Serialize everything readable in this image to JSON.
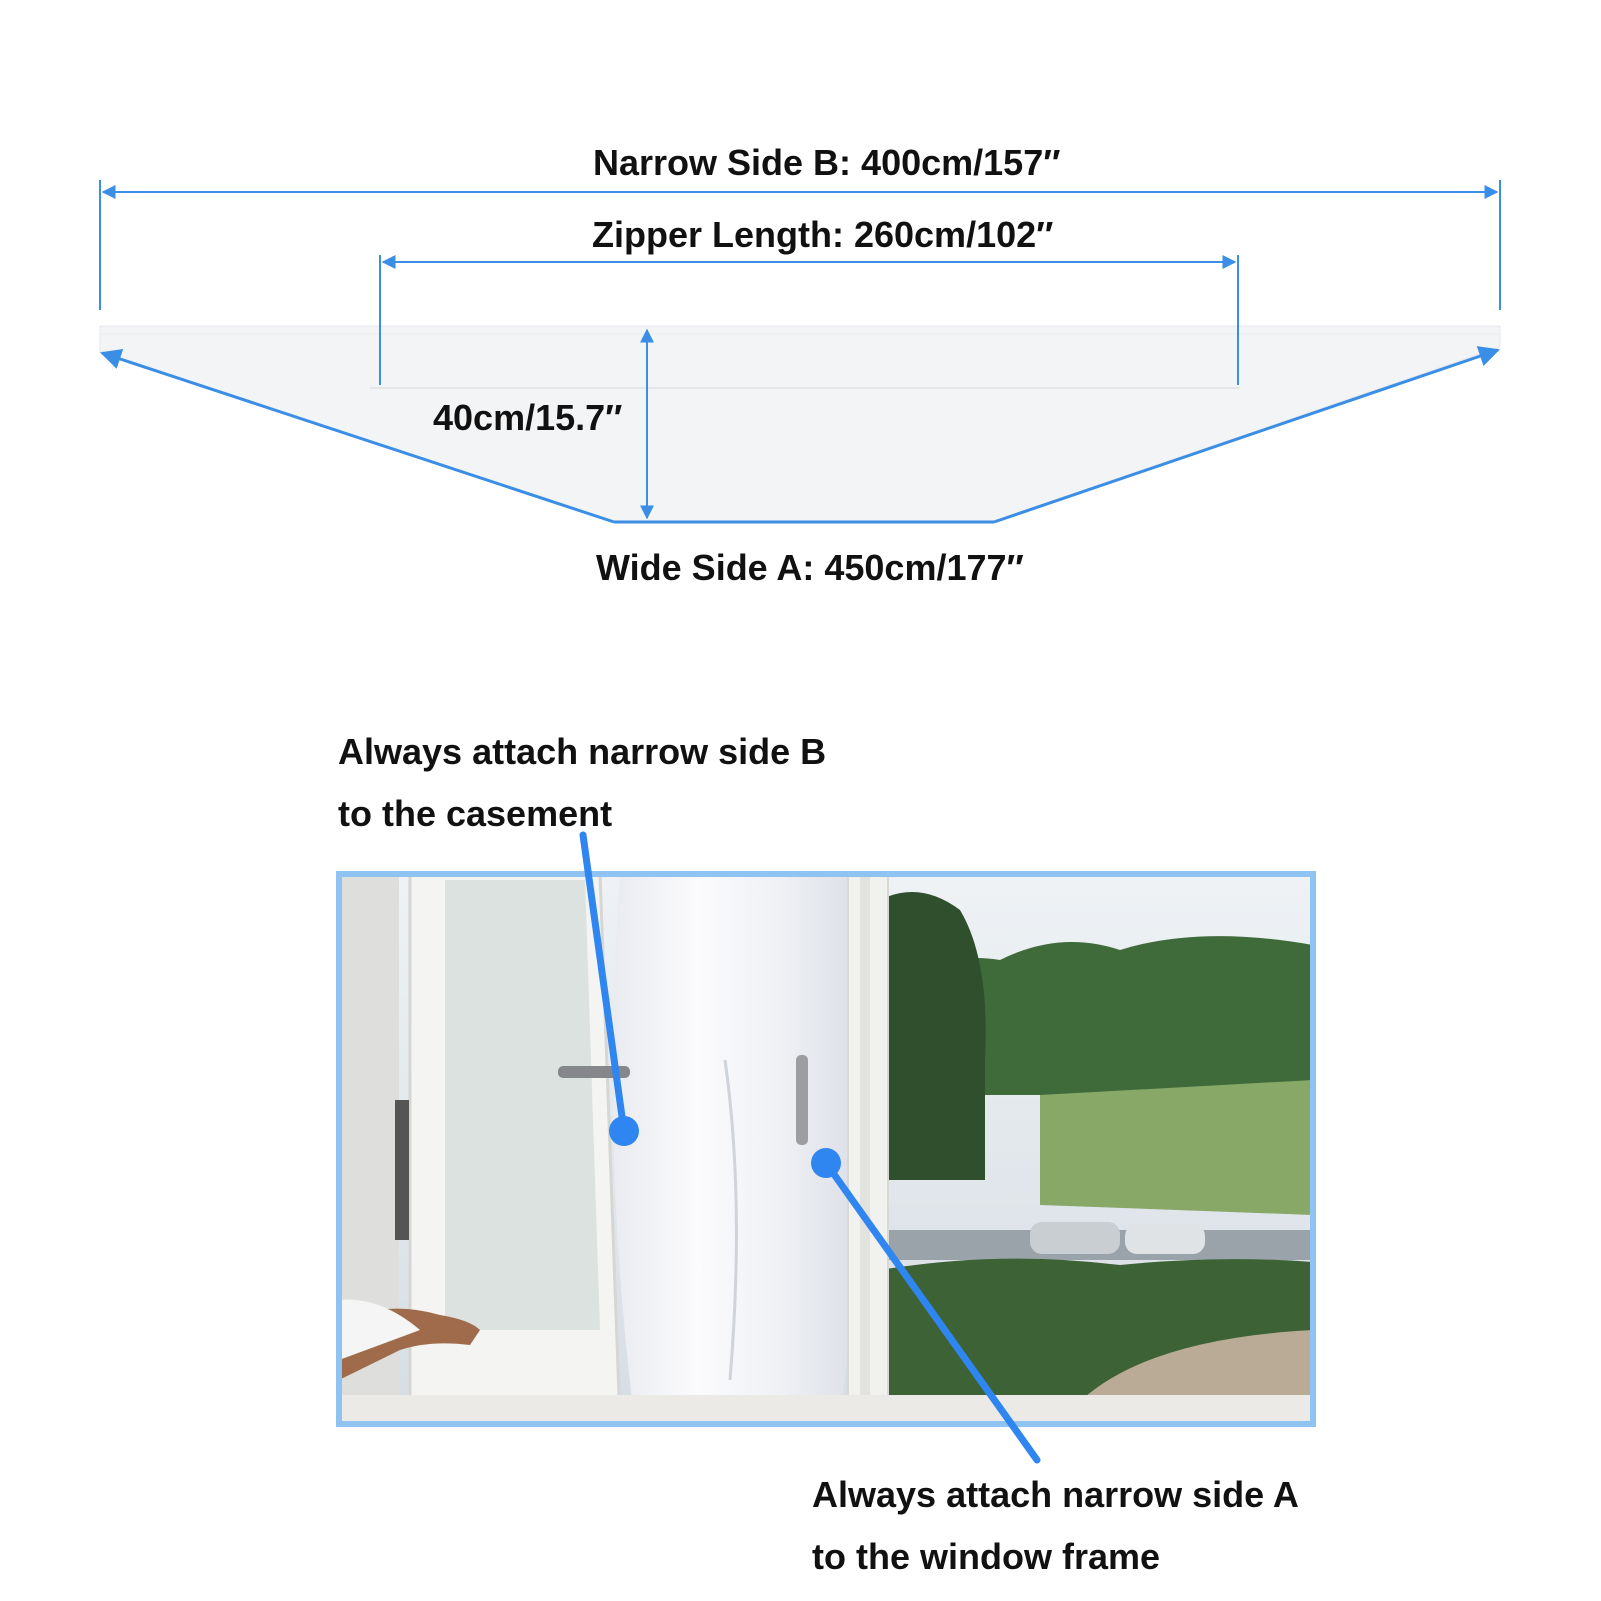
{
  "dimensions": {
    "narrow_side": "Narrow Side B:  400cm/157″",
    "zipper_length": "Zipper Length:  260cm/102″",
    "height": "40cm/15.7″",
    "wide_side": "Wide Side A:  450cm/177″"
  },
  "notes": {
    "side_b_line1": "Always attach narrow side B",
    "side_b_line2": "to the casement",
    "side_a_line1": "Always attach narrow side A",
    "side_a_line2": "to the window frame"
  },
  "colors": {
    "dimension_line": "#3a8ee6",
    "pointer": "#2f86f0",
    "photo_frame": "#8fc3f2",
    "fabric": "#f3f4f6"
  }
}
